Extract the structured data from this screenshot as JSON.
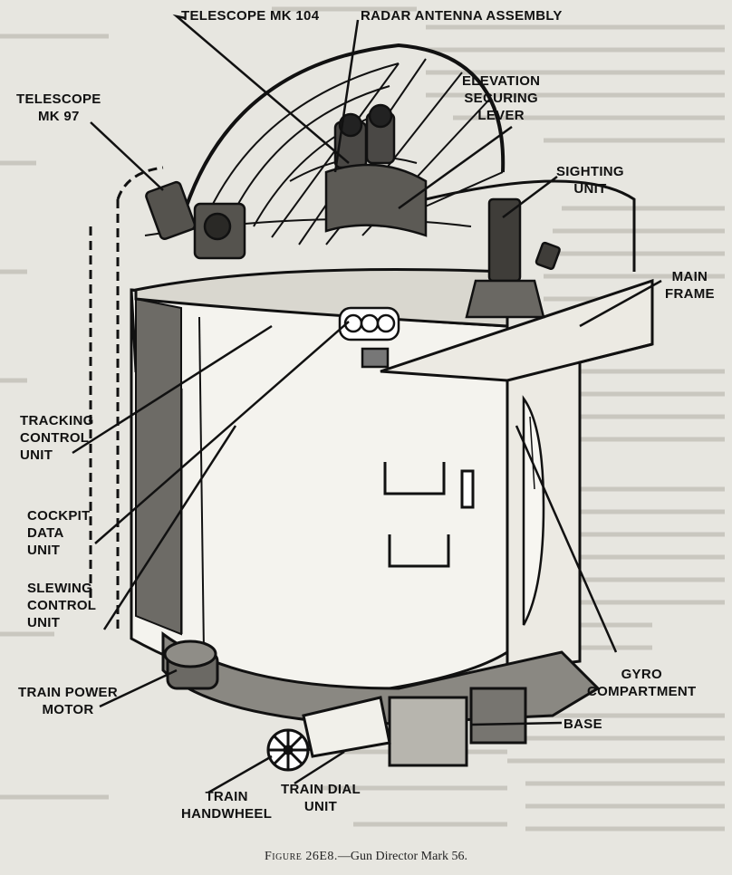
{
  "labels": {
    "telescope_mk104": "TELESCOPE MK 104",
    "radar_antenna": "RADAR ANTENNA ASSEMBLY",
    "telescope_mk97": [
      "TELESCOPE",
      "MK 97"
    ],
    "elevation_lever": [
      "ELEVATION",
      "SECURING",
      "LEVER"
    ],
    "sighting_unit": [
      "SIGHTING",
      "UNIT"
    ],
    "main_frame": [
      "MAIN",
      "FRAME"
    ],
    "tracking_control": [
      "TRACKING",
      "CONTROL",
      "UNIT"
    ],
    "cockpit_data": [
      "COCKPIT",
      "DATA",
      "UNIT"
    ],
    "slewing_control": [
      "SLEWING",
      "CONTROL",
      "UNIT"
    ],
    "gyro_compartment": [
      "GYRO",
      "COMPARTMENT"
    ],
    "base": "BASE",
    "train_power_motor": [
      "TRAIN POWER",
      "MOTOR"
    ],
    "train_handwheel": [
      "TRAIN",
      "HANDWHEEL"
    ],
    "train_dial": [
      "TRAIN DIAL",
      "UNIT"
    ]
  },
  "caption": {
    "figure_number": "Figure 26E8.",
    "title": "—Gun Director Mark 56."
  }
}
